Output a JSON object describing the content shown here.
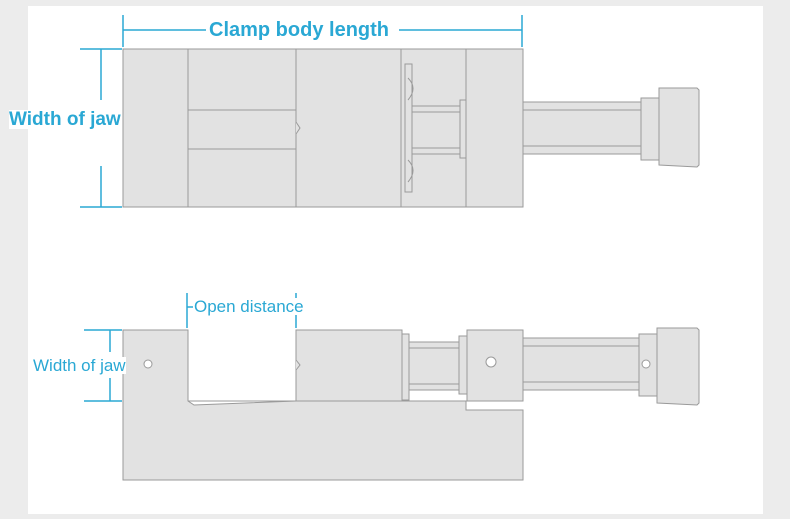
{
  "labels": {
    "clamp_body_length": "Clamp body length",
    "width_of_jaw_top": "Width of jaw",
    "open_distance": "Open distance",
    "width_of_jaw_bottom": "Width of jaw"
  },
  "colors": {
    "accent": "#2aa8d4",
    "body_fill": "#e2e2e2",
    "outline": "#9a9a9a",
    "background": "#ffffff"
  }
}
